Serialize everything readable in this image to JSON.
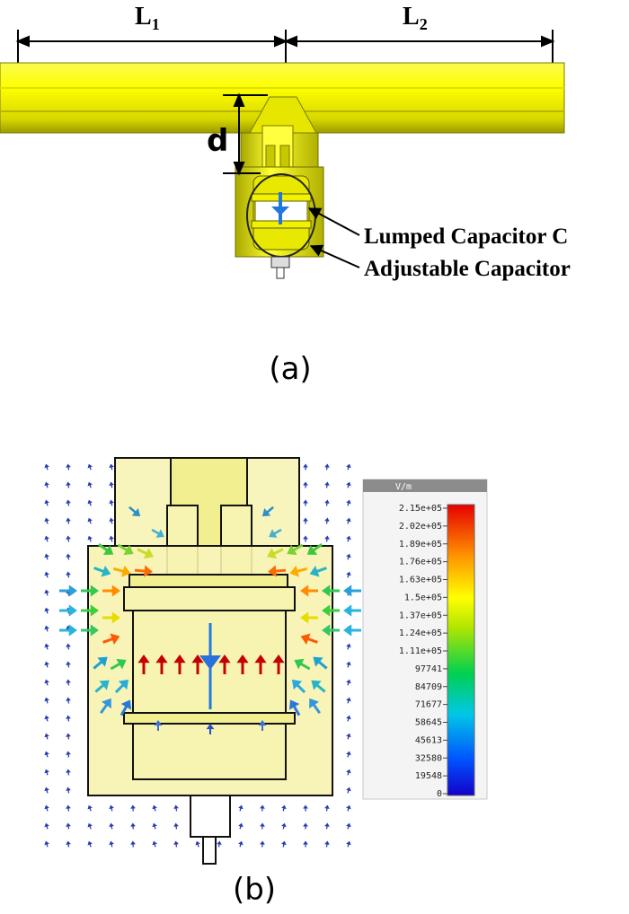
{
  "figure_a": {
    "label_L1": "L",
    "label_L1_sub": "1",
    "label_L2": "L",
    "label_L2_sub": "2",
    "label_d": "d",
    "annotation_lumped": "Lumped Capacitor C",
    "annotation_adjustable": "Adjustable Capacitor",
    "caption": "(a)",
    "colors": {
      "conductor": "#ffff00",
      "conductor_shade": "#c8c800",
      "capacitor_blue": "#2277dd"
    }
  },
  "figure_b": {
    "caption": "(b)",
    "legend": {
      "unit": "V/m",
      "ticks": [
        "2.15e+05",
        "2.02e+05",
        "1.89e+05",
        "1.76e+05",
        "1.63e+05",
        "1.5e+05",
        "1.37e+05",
        "1.24e+05",
        "1.11e+05",
        "97741",
        "84709",
        "71677",
        "58645",
        "45613",
        "32580",
        "19548",
        "0"
      ]
    },
    "colors": {
      "body": "#f7f3b0",
      "outline": "#111111",
      "field_max": "#cc0000",
      "field_min": "#1a00cc"
    }
  }
}
